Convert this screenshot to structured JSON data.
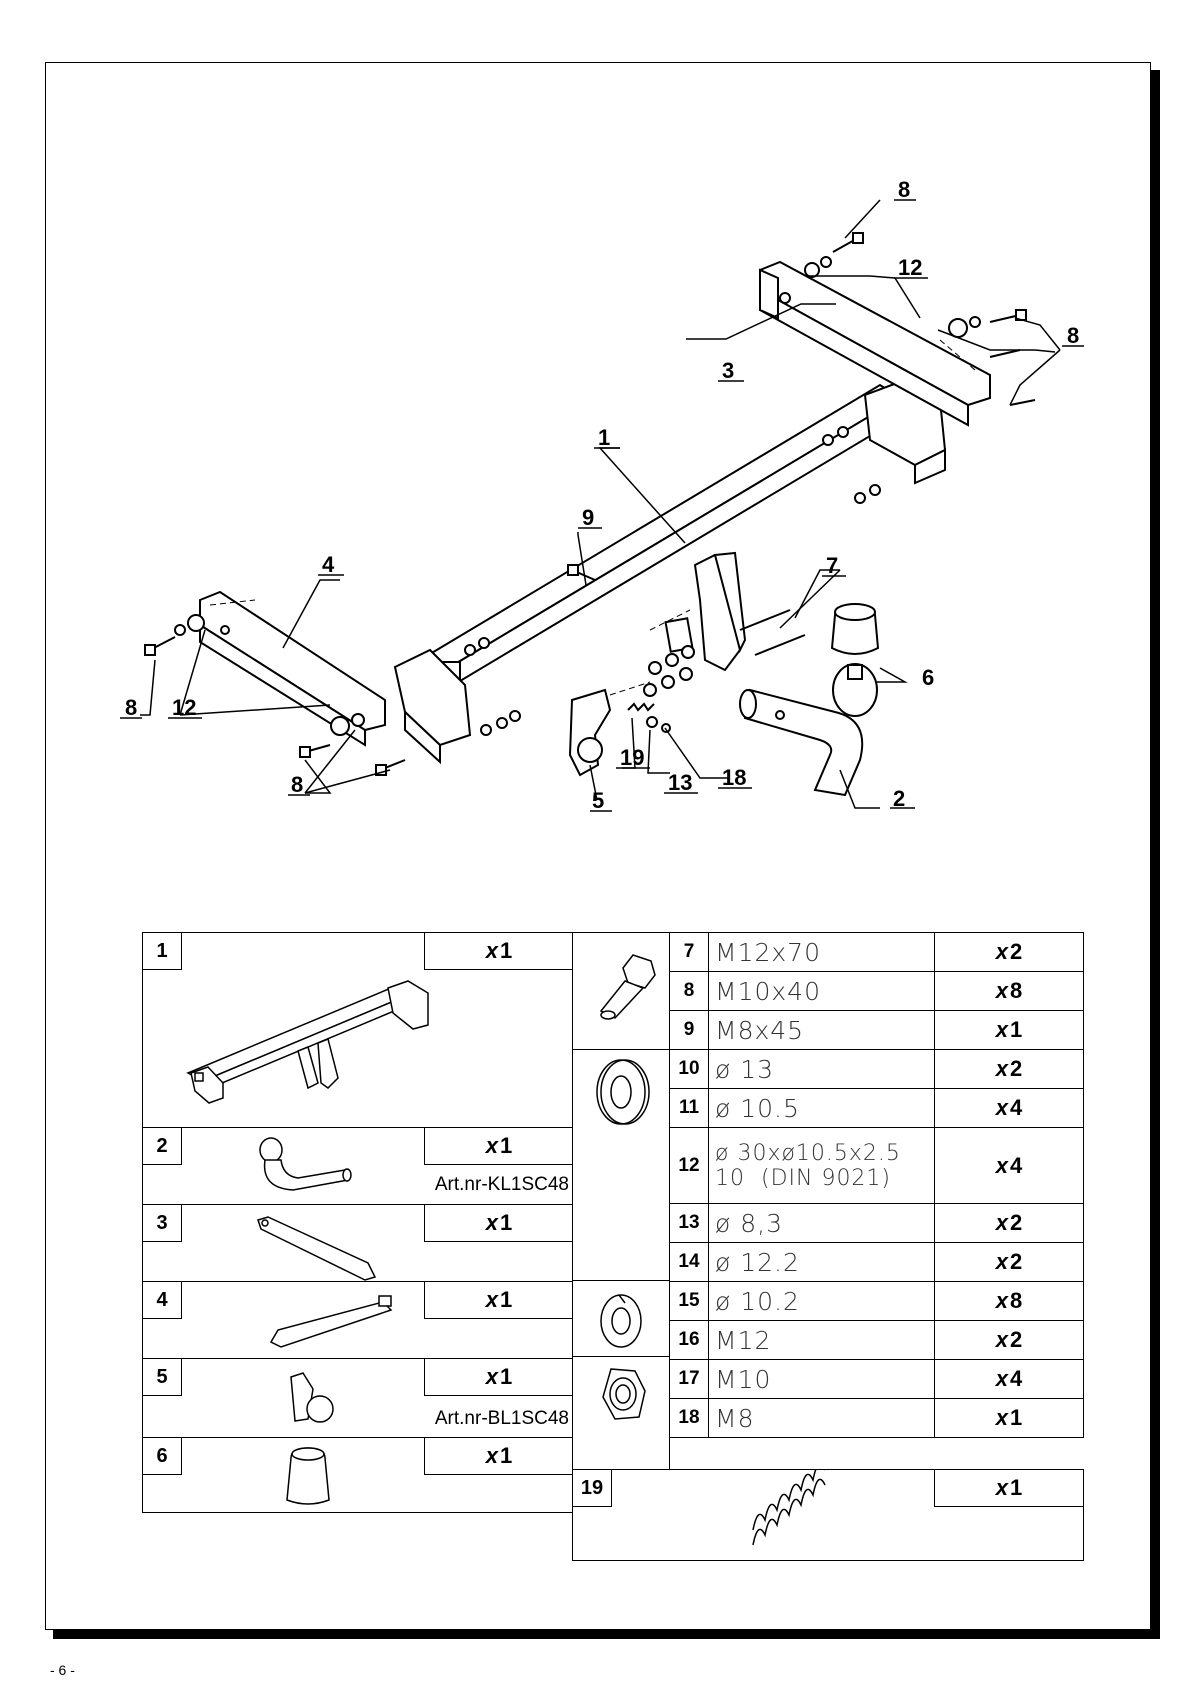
{
  "page_number": "- 6 -",
  "callouts": [
    "1",
    "2",
    "3",
    "4",
    "5",
    "6",
    "7",
    "8",
    "9",
    "12",
    "13",
    "18",
    "19"
  ],
  "parts_left": [
    {
      "num": "1",
      "qty_prefix": "x",
      "qty": "1",
      "art": ""
    },
    {
      "num": "2",
      "qty_prefix": "x",
      "qty": "1",
      "art": "Art.nr-KL1SC48"
    },
    {
      "num": "3",
      "qty_prefix": "x",
      "qty": "1",
      "art": ""
    },
    {
      "num": "4",
      "qty_prefix": "x",
      "qty": "1",
      "art": ""
    },
    {
      "num": "5",
      "qty_prefix": "x",
      "qty": "1",
      "art": "Art.nr-BL1SC48"
    },
    {
      "num": "6",
      "qty_prefix": "x",
      "qty": "1",
      "art": ""
    }
  ],
  "parts_right": [
    {
      "num": "7",
      "spec": "M12x70",
      "qty": "2"
    },
    {
      "num": "8",
      "spec": "M10x40",
      "qty": "8"
    },
    {
      "num": "9",
      "spec": "M8x45",
      "qty": "1"
    },
    {
      "num": "10",
      "spec": "ø 13",
      "qty": "2"
    },
    {
      "num": "11",
      "spec": "ø 10.5",
      "qty": "4"
    },
    {
      "num": "12",
      "spec": "ø 30xø10.5x2.5",
      "spec2": "10  (DIN 9021)",
      "qty": "4"
    },
    {
      "num": "13",
      "spec": "ø 8,3",
      "qty": "2"
    },
    {
      "num": "14",
      "spec": "ø 12.2",
      "qty": "2"
    },
    {
      "num": "15",
      "spec": "ø 10.2",
      "qty": "8"
    },
    {
      "num": "16",
      "spec": "M12",
      "qty": "2"
    },
    {
      "num": "17",
      "spec": "M10",
      "qty": "4"
    },
    {
      "num": "18",
      "spec": "M8",
      "qty": "1"
    }
  ],
  "part_19": {
    "num": "19",
    "qty_prefix": "x",
    "qty": "1"
  },
  "qty_prefix": "x"
}
